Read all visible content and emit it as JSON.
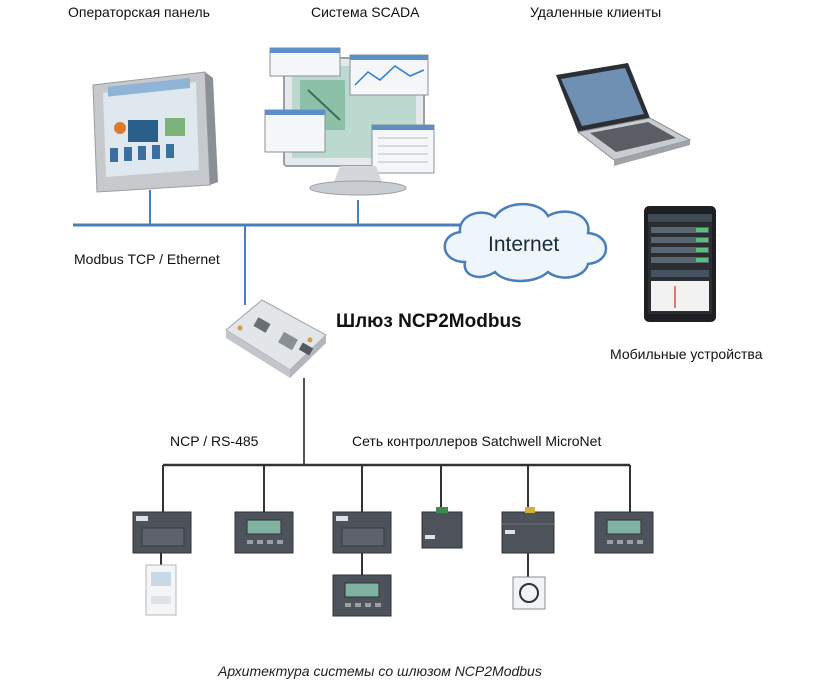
{
  "labels": {
    "operator_panel": "Операторская панель",
    "scada": "Система SCADA",
    "remote_clients": "Удаленные клиенты",
    "modbus_tcp": "Modbus TCP / Ethernet",
    "internet": "Internet",
    "gateway": "Шлюз NCP2Modbus",
    "mobile": "Мобильные устройства",
    "ncp_rs485": "NCP / RS-485",
    "microNet": "Сеть контроллеров Satchwell MicroNet"
  },
  "caption": "Архитектура системы со шлюзом NCP2Modbus",
  "colors": {
    "line_blue": "#4a7ebb",
    "bus_dark": "#333333",
    "device_dark": "#4a4e57",
    "device_mid": "#5d626c",
    "screen_green": "#7fb2a0",
    "cloud_fill": "#eef5fb",
    "cloud_stroke": "#4a7ebb"
  },
  "icons": [
    "hmi-panel-icon",
    "scada-monitor-icon",
    "laptop-icon",
    "smartphone-icon",
    "gateway-board-icon",
    "cloud-icon",
    "controller-icon",
    "room-sensor-icon",
    "io-module-icon"
  ]
}
